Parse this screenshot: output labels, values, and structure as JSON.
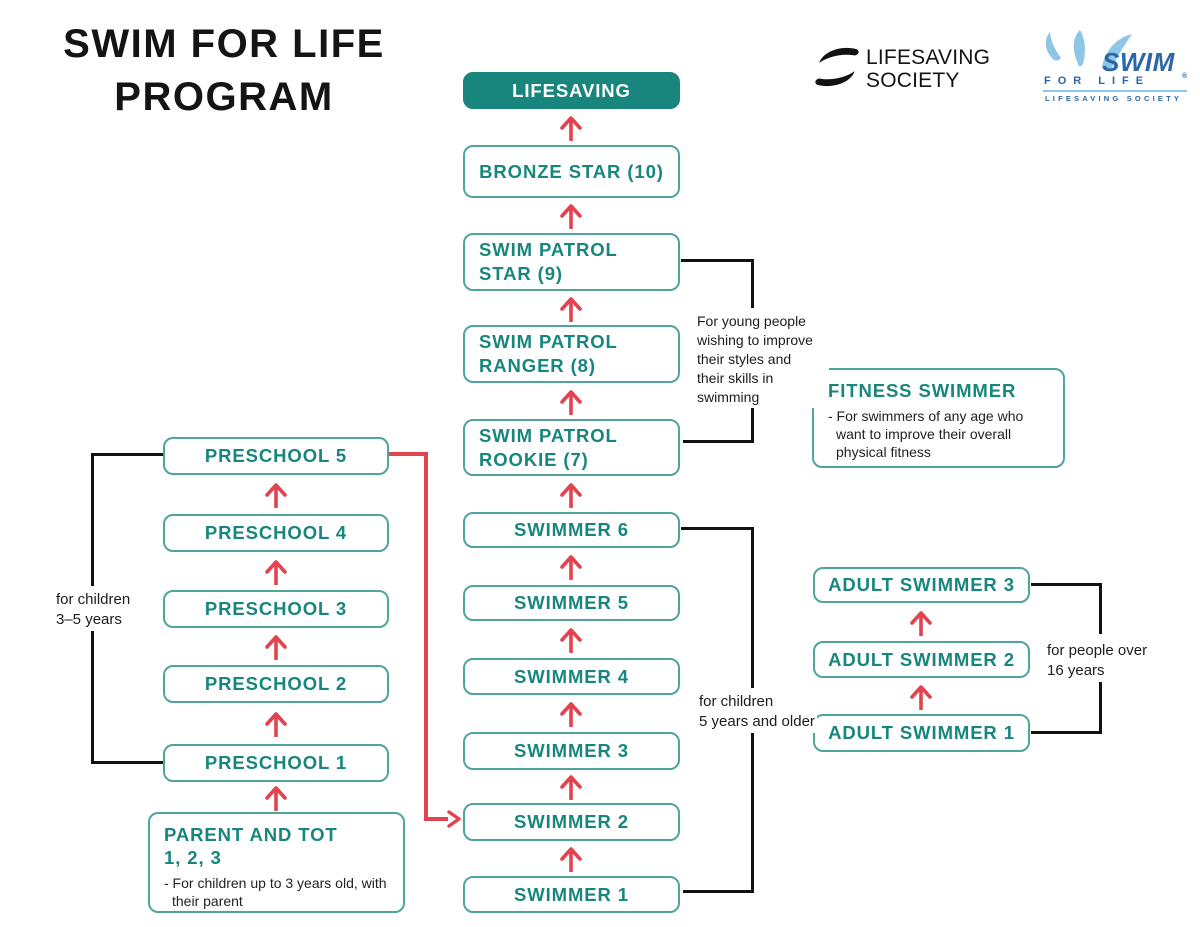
{
  "title": "SWIM FOR LIFE\nPROGRAM",
  "logos": {
    "lifesaving_society": {
      "line1": "LIFESAVING",
      "line2": "SOCIETY"
    },
    "swim_for_life": {
      "word": "SWIM",
      "tagline": "FOR LIFE",
      "reg": "®",
      "subline": "LIFESAVING SOCIETY"
    }
  },
  "main_track": [
    "LIFESAVING",
    "BRONZE STAR (10)",
    "SWIM PATROL\nSTAR (9)",
    "SWIM PATROL\nRANGER (8)",
    "SWIM PATROL\nROOKIE (7)",
    "SWIMMER 6",
    "SWIMMER 5",
    "SWIMMER 4",
    "SWIMMER 3",
    "SWIMMER 2",
    "SWIMMER 1"
  ],
  "preschool_track": [
    "PRESCHOOL 5",
    "PRESCHOOL 4",
    "PRESCHOOL 3",
    "PRESCHOOL 2",
    "PRESCHOOL 1"
  ],
  "adult_track": [
    "ADULT SWIMMER 3",
    "ADULT SWIMMER 2",
    "ADULT SWIMMER 1"
  ],
  "parent_tot": {
    "title": "PARENT AND TOT\n1, 2, 3",
    "desc": "- For children up to 3 years old, with their parent"
  },
  "fitness": {
    "title": "FITNESS SWIMMER",
    "desc": "- For swimmers of any age who want to improve their overall physical fitness"
  },
  "notes": {
    "preschool": "for children\n3–5 years",
    "swim_patrol": "For young people\nwishing to improve\ntheir styles and\ntheir skills in\nswimming",
    "swimmer": "for children\n5 years and older",
    "adult": "for people over\n16 years"
  },
  "colors": {
    "teal": "#18867d",
    "teal_border": "#4fa49c",
    "red": "#e2434f",
    "line_black": "#121212",
    "logo_blue": "#2b66a9",
    "logo_light_blue": "#8ec7e5"
  }
}
